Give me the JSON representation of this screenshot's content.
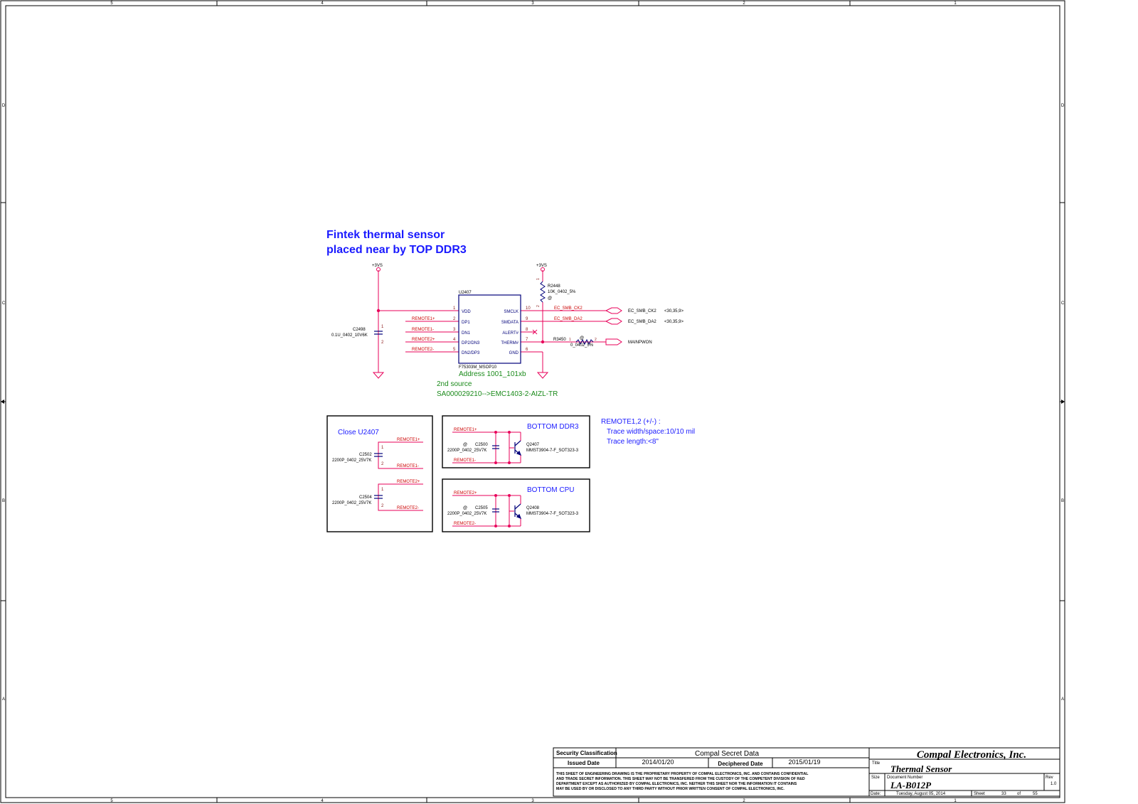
{
  "colors": {
    "wire": "#e8005a",
    "net_label": "#cc0000",
    "part": "#00007a",
    "pin_text": "#00007a",
    "note_blue": "#1a1aff",
    "note_green": "#1a8a1a",
    "pin_num": "#8b1a1a",
    "frame": "#000000"
  },
  "frame": {
    "columns": [
      "5",
      "4",
      "3",
      "2",
      "1"
    ],
    "rows": [
      "D",
      "C",
      "B",
      "A"
    ]
  },
  "header": {
    "line1": "Fintek thermal sensor",
    "line2": "placed near by TOP DDR3"
  },
  "power": {
    "left": "+3VS",
    "right": "+3VS"
  },
  "u2407": {
    "ref": "U2407",
    "part": "F75303M_MSOP10",
    "left_pins": [
      {
        "num": "1",
        "name": "VDD",
        "net": ""
      },
      {
        "num": "2",
        "name": "DP1",
        "net": "REMOTE1+"
      },
      {
        "num": "3",
        "name": "DN1",
        "net": "REMOTE1-"
      },
      {
        "num": "4",
        "name": "DP2/DN3",
        "net": "REMOTE2+"
      },
      {
        "num": "5",
        "name": "DN2/DP3",
        "net": "REMOTE2-"
      }
    ],
    "right_pins": [
      {
        "num": "10",
        "name": "SMCLK",
        "net": "EC_SMB_CK2"
      },
      {
        "num": "9",
        "name": "SMDATA",
        "net": "EC_SMB_DA2"
      },
      {
        "num": "8",
        "name": "ALERT#",
        "net": ""
      },
      {
        "num": "7",
        "name": "THERM#",
        "net": ""
      },
      {
        "num": "6",
        "name": "GND",
        "net": ""
      }
    ]
  },
  "c2498": {
    "ref": "C2498",
    "value": "0.1U_0402_10V6K",
    "pin1": "1",
    "pin2": "2"
  },
  "r2448": {
    "ref": "R2448",
    "value": "10K_0402_5%",
    "mark": "@",
    "pin1": "1",
    "pin2": "2"
  },
  "r3450": {
    "ref": "R3450",
    "value": "0_0402_5%",
    "mark": "@",
    "pin1": "1",
    "pin2": "2"
  },
  "offpage": {
    "clk_net": "EC_SMB_CK2",
    "clk_ref": "<30,35,9>",
    "da_net": "EC_SMB_DA2",
    "da_ref": "<30,35,9>",
    "pwon_net": "MAINPWON"
  },
  "notes": {
    "address": "Address 1001_101xb",
    "second_source": "2nd source",
    "sa_part": "SA000029210-->EMC1403-2-AIZL-TR",
    "remote_title": "REMOTE1,2 (+/-) :",
    "trace_width": "Trace width/space:10/10 mil",
    "trace_length": "Trace length:<8\""
  },
  "close_box": {
    "title": "Close U2407",
    "c2502_ref": "C2502",
    "c2502_val": "2200P_0402_25V7K",
    "c2504_ref": "C2504",
    "c2504_val": "2200P_0402_25V7K",
    "net_r1p": "REMOTE1+",
    "net_r1n": "REMOTE1-",
    "net_r2p": "REMOTE2+",
    "net_r2n": "REMOTE2-",
    "pin1": "1",
    "pin2": "2"
  },
  "ddr_box": {
    "title": "BOTTOM DDR3",
    "net_p": "REMOTE1+",
    "net_n": "REMOTE1-",
    "cap_mark": "@",
    "cap_ref": "C2500",
    "cap_val": "2200P_0402_25V7K",
    "q_ref": "Q2407",
    "q_val": "MMST3904-7-F_SOT323-3"
  },
  "cpu_box": {
    "title": "BOTTOM CPU",
    "net_p": "REMOTE2+",
    "net_n": "REMOTE2-",
    "cap_mark": "@",
    "cap_ref": "C2505",
    "cap_val": "2200P_0402_25V7K",
    "q_ref": "Q2408",
    "q_val": "MMST3904-7-F_SOT323-3"
  },
  "title_block": {
    "security_label": "Security Classification",
    "security_value": "Compal Secret Data",
    "issued_label": "Issued Date",
    "issued_value": "2014/01/20",
    "deciphered_label": "Deciphered Date",
    "deciphered_value": "2015/01/19",
    "company": "Compal Electronics, Inc.",
    "title_label": "Title",
    "title_value": "Thermal Sensor",
    "size_label": "Size",
    "docnum_label": "Document Number",
    "docnum_value": "LA-B012P",
    "rev_label": "Rev",
    "rev_value": "1.0",
    "date_label": "Date:",
    "date_value": "Tuesday, August 05, 2014",
    "sheet_label": "Sheet",
    "sheet_value": "33",
    "of_label": "of",
    "total_value": "55",
    "disclaimer": [
      "THIS SHEET OF ENGINEERING DRAWING IS THE PROPRIETARY PROPERTY OF COMPAL ELECTRONICS, INC. AND CONTAINS CONFIDENTIAL",
      "AND TRADE SECRET INFORMATION. THIS SHEET MAY NOT BE TRANSFERED FROM THE CUSTODY OF THE COMPETENT DIVISION OF R&D",
      "DEPARTMENT EXCEPT AS AUTHORIZED BY COMPAL ELECTRONICS, INC. NEITHER THIS SHEET NOR THE INFORMATION IT CONTAINS",
      "MAY BE USED BY OR DISCLOSED TO ANY THIRD PARTY WITHOUT PRIOR WRITTEN CONSENT OF COMPAL ELECTRONICS, INC."
    ]
  }
}
